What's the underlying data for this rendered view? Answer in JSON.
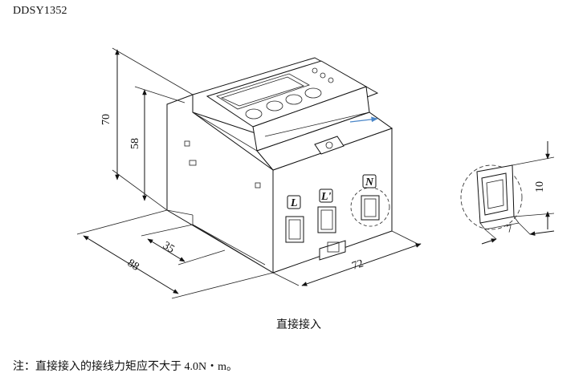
{
  "model": "DDSY1352",
  "dimensions": {
    "height_total": "70",
    "height_body": "58",
    "depth_total": "88",
    "depth_rail": "35",
    "width": "72",
    "terminal_height": "10",
    "terminal_width": "7"
  },
  "terminal_labels": {
    "l": "L",
    "l_prime": "L'",
    "n": "N"
  },
  "caption": "直接接入",
  "note": "注：直接接入的接线力矩应不大于 4.0N・m。",
  "colors": {
    "line": "#111111",
    "arrow_accent": "#4a86c8"
  }
}
